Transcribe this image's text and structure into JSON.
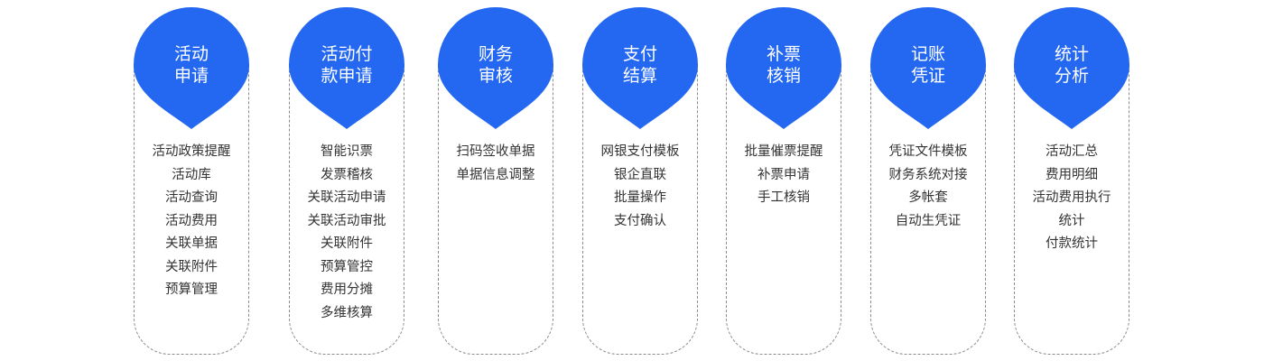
{
  "color": "#2468f2",
  "columns": [
    {
      "title": [
        "活动",
        "申请"
      ],
      "items": [
        "活动政策提醒",
        "活动库",
        "活动查询",
        "活动费用",
        "关联单据",
        "关联附件",
        "预算管理"
      ]
    },
    {
      "title": [
        "活动付",
        "款申请"
      ],
      "items": [
        "智能识票",
        "发票稽核",
        "关联活动申请",
        "关联活动审批",
        "关联附件",
        "预算管控",
        "费用分摊",
        "多维核算"
      ]
    },
    {
      "title": [
        "财务",
        "审核"
      ],
      "items": [
        "扫码签收单据",
        "单据信息调整"
      ]
    },
    {
      "title": [
        "支付",
        "结算"
      ],
      "items": [
        "网银支付模板",
        "银企直联",
        "批量操作",
        "支付确认"
      ]
    },
    {
      "title": [
        "补票",
        "核销"
      ],
      "items": [
        "批量催票提醒",
        "补票申请",
        "手工核销"
      ]
    },
    {
      "title": [
        "记账",
        "凭证"
      ],
      "items": [
        "凭证文件模板",
        "财务系统对接",
        "多帐套",
        "自动生凭证"
      ]
    },
    {
      "title": [
        "统计",
        "分析"
      ],
      "items": [
        "活动汇总",
        "费用明细",
        "活动费用执行",
        "统计",
        "付款统计"
      ]
    }
  ]
}
